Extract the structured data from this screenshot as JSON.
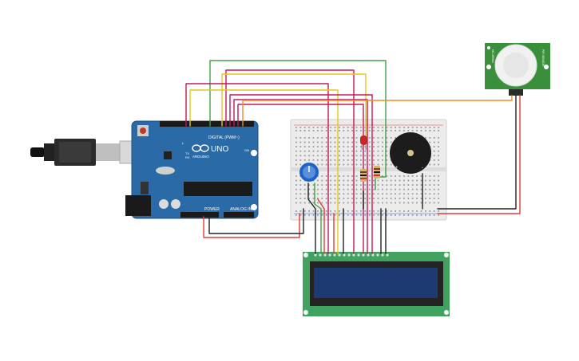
{
  "arduino": {
    "logo_text": "UNO",
    "brand_text": "ARDUINO",
    "digital_label": "DIGITAL (PWM~)",
    "power_label": "POWER",
    "analog_label": "ANALOG IN",
    "tx_label": "TX",
    "rx_label": "RX",
    "on_label": "ON",
    "l_label": "L"
  },
  "pir": {
    "label_left": "HC-SR501",
    "label_right": "PIR SENSOR"
  },
  "buzzer": {
    "plus_label": "+",
    "minus_label": "-"
  },
  "colors": {
    "board_blue": "#2a6aa6",
    "breadboard": "#ececec",
    "lcd_pcb": "#3fa35f",
    "lcd_screen": "#1d3a73",
    "pir_pcb": "#3a8f3a",
    "wire_red": "#e53935",
    "wire_black": "#222222",
    "wire_green": "#43a047",
    "wire_yellow": "#e6c619",
    "wire_magenta": "#c2185b",
    "wire_orange": "#f08a24"
  }
}
